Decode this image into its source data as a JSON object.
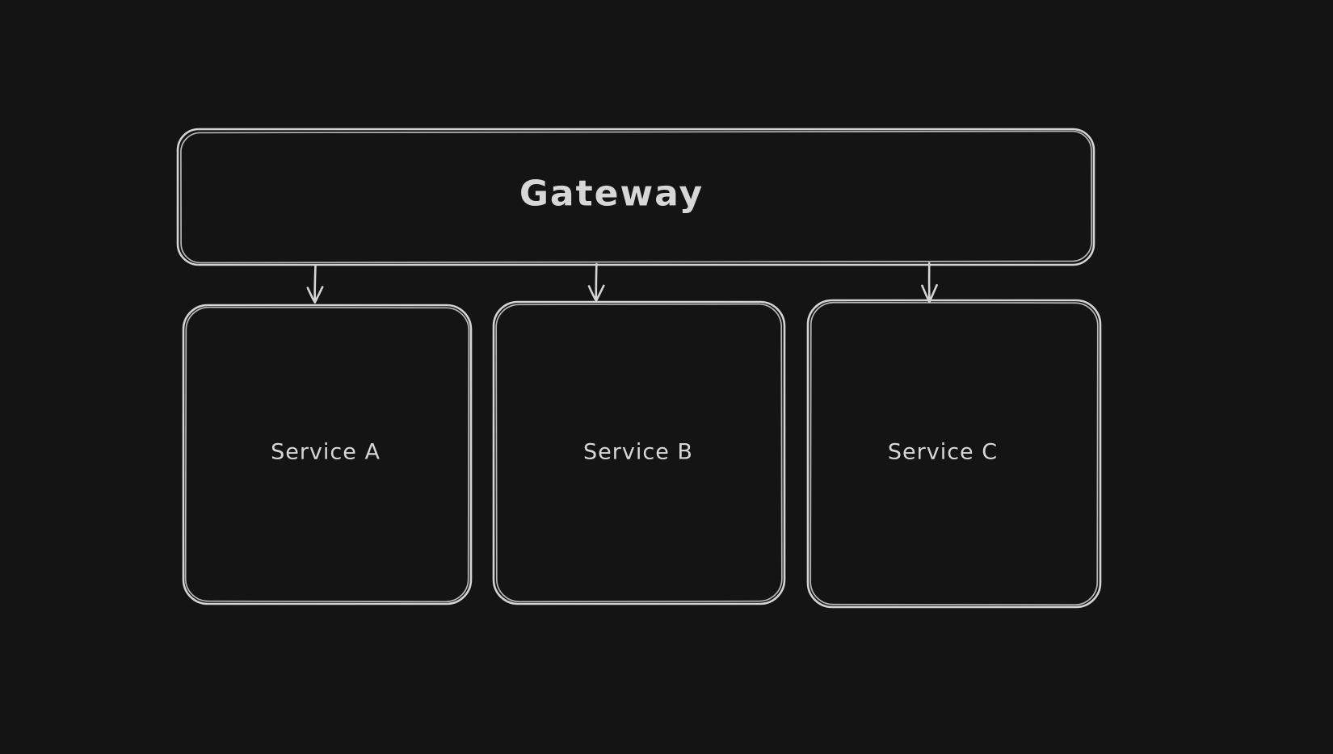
{
  "diagram": {
    "type": "flowchart",
    "theme": {
      "background": "#141414",
      "stroke": "#d4d4d4",
      "text": "#d7d7d7"
    },
    "nodes": [
      {
        "id": "gateway",
        "label": "Gateway"
      },
      {
        "id": "service-a",
        "label": "Service A"
      },
      {
        "id": "service-b",
        "label": "Service B"
      },
      {
        "id": "service-c",
        "label": "Service C"
      }
    ],
    "edges": [
      {
        "from": "gateway",
        "to": "service-a",
        "type": "arrow"
      },
      {
        "from": "gateway",
        "to": "service-b",
        "type": "arrow"
      },
      {
        "from": "gateway",
        "to": "service-c",
        "type": "arrow"
      }
    ]
  }
}
